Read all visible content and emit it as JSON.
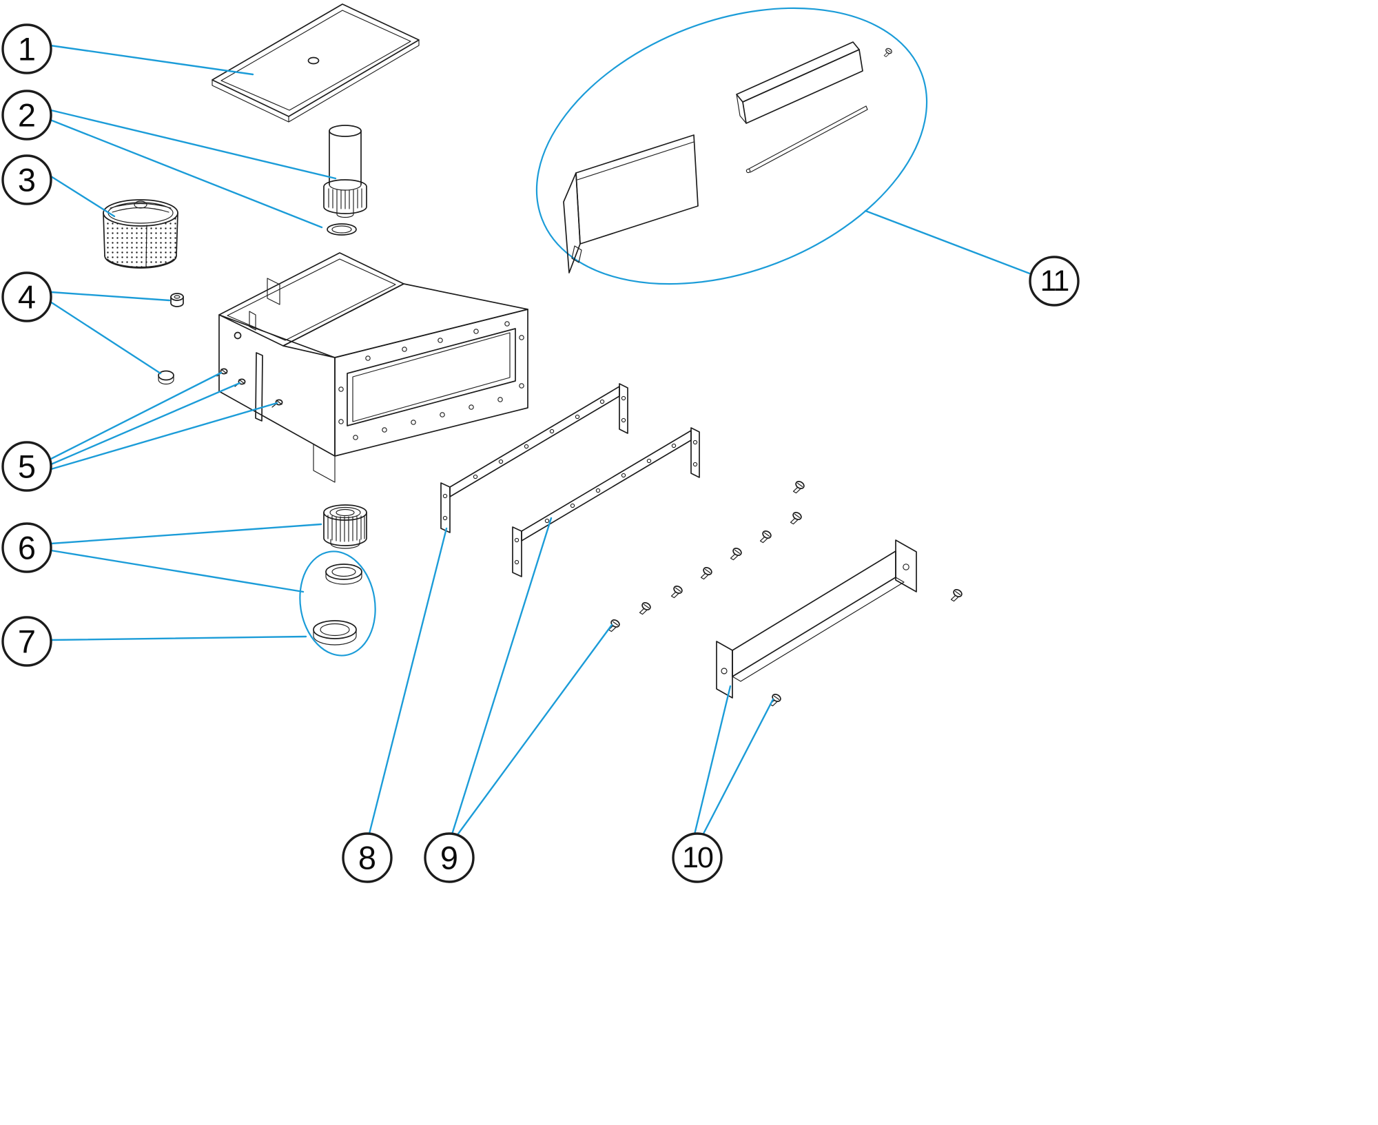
{
  "diagram": {
    "background_color": "#ffffff",
    "line_color": "#1c1c1c",
    "leader_color": "#1b9cd8",
    "callouts": [
      {
        "label": "1"
      },
      {
        "label": "2"
      },
      {
        "label": "3"
      },
      {
        "label": "4"
      },
      {
        "label": "5"
      },
      {
        "label": "6"
      },
      {
        "label": "7"
      },
      {
        "label": "8"
      },
      {
        "label": "9"
      },
      {
        "label": "10"
      },
      {
        "label": "11"
      }
    ]
  }
}
